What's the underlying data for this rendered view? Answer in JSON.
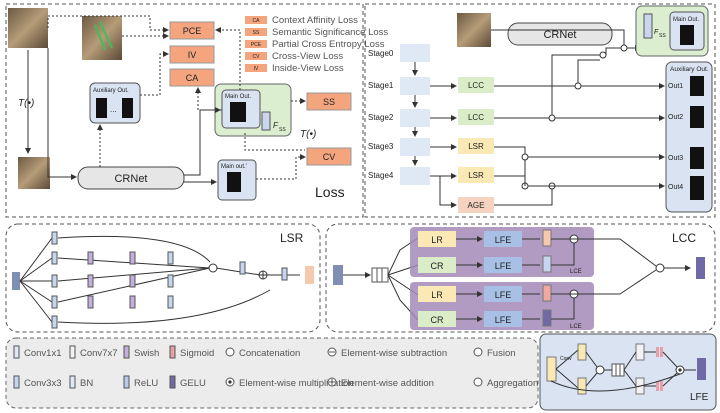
{
  "loss_panel": {
    "title": "Loss",
    "boxes": [
      "PCE",
      "IV",
      "CA",
      "SS",
      "CV"
    ],
    "legend": [
      {
        "abbr": "CA",
        "label": "Context Affinity Loss"
      },
      {
        "abbr": "SS",
        "label": "Semantic Significance Loss"
      },
      {
        "abbr": "PCE",
        "label": "Partial Cross Entropy Loss"
      },
      {
        "abbr": "CV",
        "label": "Cross-View Loss"
      },
      {
        "abbr": "IV",
        "label": "Inside-View Loss"
      }
    ],
    "transform_label_left": "T(•)",
    "transform_label_right": "T(•)",
    "network_label": "CRNet",
    "auxiliary_label": "Auxiliary Out.",
    "main_out_label": "Main Out.",
    "main_out_prime_label": "Main out.'",
    "fss_label": "F",
    "fss_sub": "SS"
  },
  "crnet_panel": {
    "title": "CRNet",
    "stages": [
      "Stage0",
      "Stage1",
      "Stage2",
      "Stage3",
      "Stage4"
    ],
    "modules": [
      "LCC",
      "LCC",
      "LSR",
      "LSR",
      "AGE"
    ],
    "auxiliary_label": "Auxiliary Out.",
    "outputs": [
      "Out1",
      "Out2",
      "Out3",
      "Out4"
    ],
    "main_out_label": "Main Out.",
    "fss_label": "F",
    "fss_sub": "SS"
  },
  "lsr_panel": {
    "title": "LSR"
  },
  "lcc_panel": {
    "title": "LCC",
    "rows": [
      {
        "a": "LR",
        "b": "LFE"
      },
      {
        "a": "CR",
        "b": "LFE"
      },
      {
        "a": "LR",
        "b": "LFE"
      },
      {
        "a": "CR",
        "b": "LFE"
      }
    ],
    "lce_label": "LCE"
  },
  "legend_panel": {
    "items": [
      {
        "label": "Conv1x1",
        "icon": "conv1x1"
      },
      {
        "label": "Conv7x7",
        "icon": "conv7x7"
      },
      {
        "label": "Swish",
        "icon": "swish"
      },
      {
        "label": "Sigmoid",
        "icon": "sigmoid"
      },
      {
        "label": "Concatenation",
        "icon": "concat"
      },
      {
        "label": "Element-wise subtraction",
        "icon": "sub"
      },
      {
        "label": "Fusion",
        "icon": "fusion"
      },
      {
        "label": "Conv3x3",
        "icon": "conv3x3"
      },
      {
        "label": "BN",
        "icon": "bn"
      },
      {
        "label": "ReLU",
        "icon": "relu"
      },
      {
        "label": "GELU",
        "icon": "gelu"
      },
      {
        "label": "Element-wise multiplication",
        "icon": "mul"
      },
      {
        "label": "Element-wise addition",
        "icon": "add"
      },
      {
        "label": "Aggregation",
        "icon": "agg"
      }
    ]
  },
  "lfe_panel": {
    "title": "LFE",
    "conv_label": "Conv"
  },
  "colors": {
    "orange_box": "#f4a57e",
    "green_panel": "#dbeecf",
    "blue_panel": "#d9e3f2",
    "purple_panel": "#a58ab8",
    "lr_yellow": "#fbe9b5",
    "cr_green": "#dbecc9",
    "lfe_blue": "#a8c0e6",
    "stage_blue": "#dfe8f5"
  }
}
